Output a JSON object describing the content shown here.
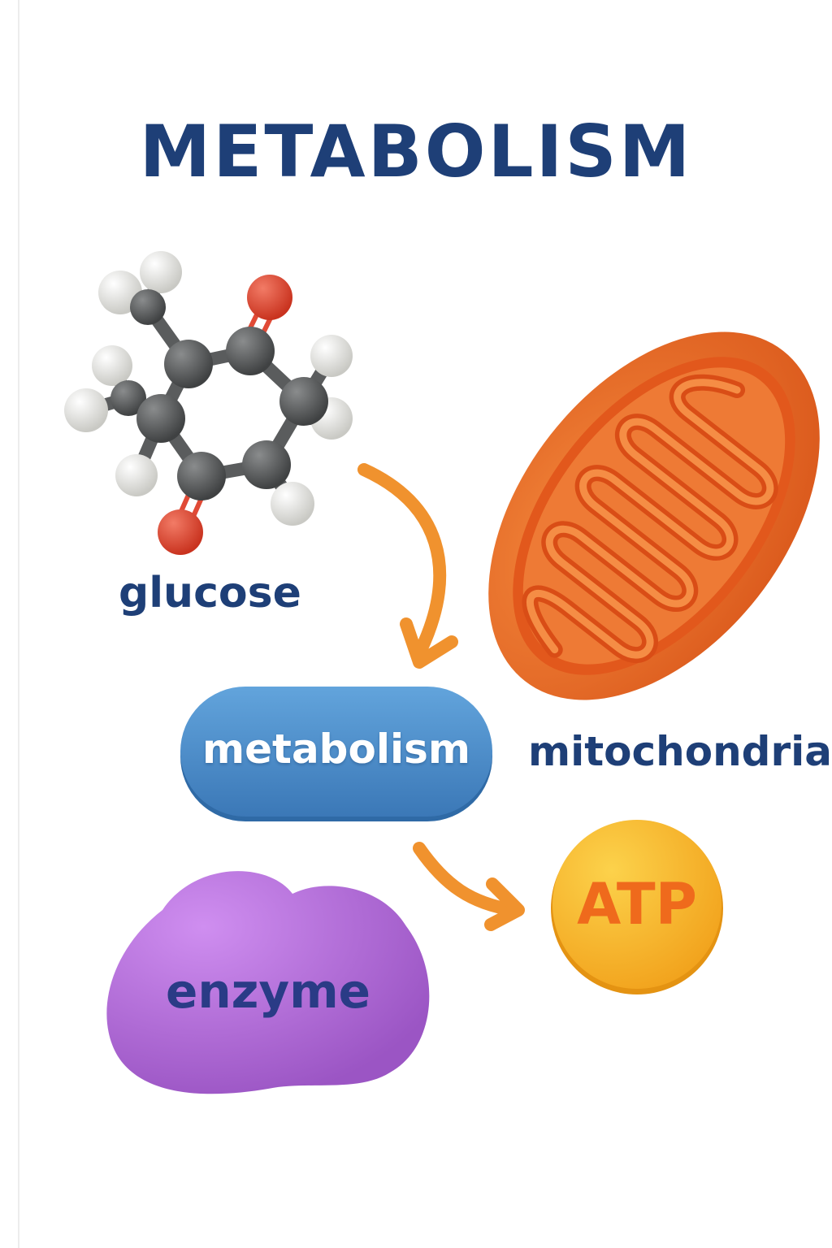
{
  "title": "METABOLISM",
  "labels": {
    "glucose": "glucose",
    "mitochondria": "mitochondria",
    "metabolism": "metabolism",
    "enzyme": "enzyme",
    "atp": "ATP"
  },
  "colors": {
    "title": "#1e3f77",
    "arrow": "#f0922e",
    "metabolism_pill": "#4a8ecb",
    "enzyme_blob": "#b06fd8",
    "atp_coin": "#f7b52a",
    "mitochondria": "#ec6a26",
    "carbon": "#5b5d5e",
    "oxygen": "#e04a36",
    "hydrogen": "#e9e9e6"
  }
}
